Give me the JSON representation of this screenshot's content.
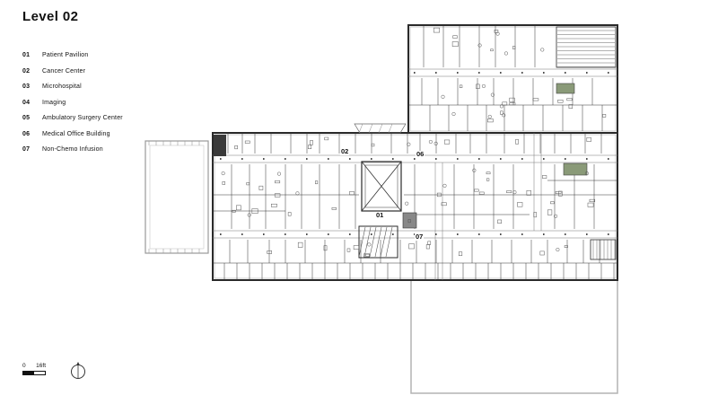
{
  "title": "Level 02",
  "legend": {
    "items": [
      {
        "num": "01",
        "label": "Patient Pavilion"
      },
      {
        "num": "02",
        "label": "Cancer Center"
      },
      {
        "num": "03",
        "label": "Microhospital"
      },
      {
        "num": "04",
        "label": "Imaging"
      },
      {
        "num": "05",
        "label": "Ambulatory Surgery Center"
      },
      {
        "num": "06",
        "label": "Medical Office Building"
      },
      {
        "num": "07",
        "label": "Non-Chemo Infusion"
      }
    ]
  },
  "plan_labels": [
    {
      "num": "02"
    },
    {
      "num": "06"
    },
    {
      "num": "01"
    },
    {
      "num": "07"
    }
  ],
  "scale": {
    "zero": "0",
    "max": "16ft"
  },
  "colors": {
    "ink": "#111111",
    "wall": "#2a2a2a",
    "partition": "#555555",
    "corridor": "#777777",
    "ghost_outline": "#b3b3b3",
    "annex_outline": "#9a9a9a",
    "accent_green": "#8a9a78",
    "dark_block": "#3a3a3a"
  }
}
